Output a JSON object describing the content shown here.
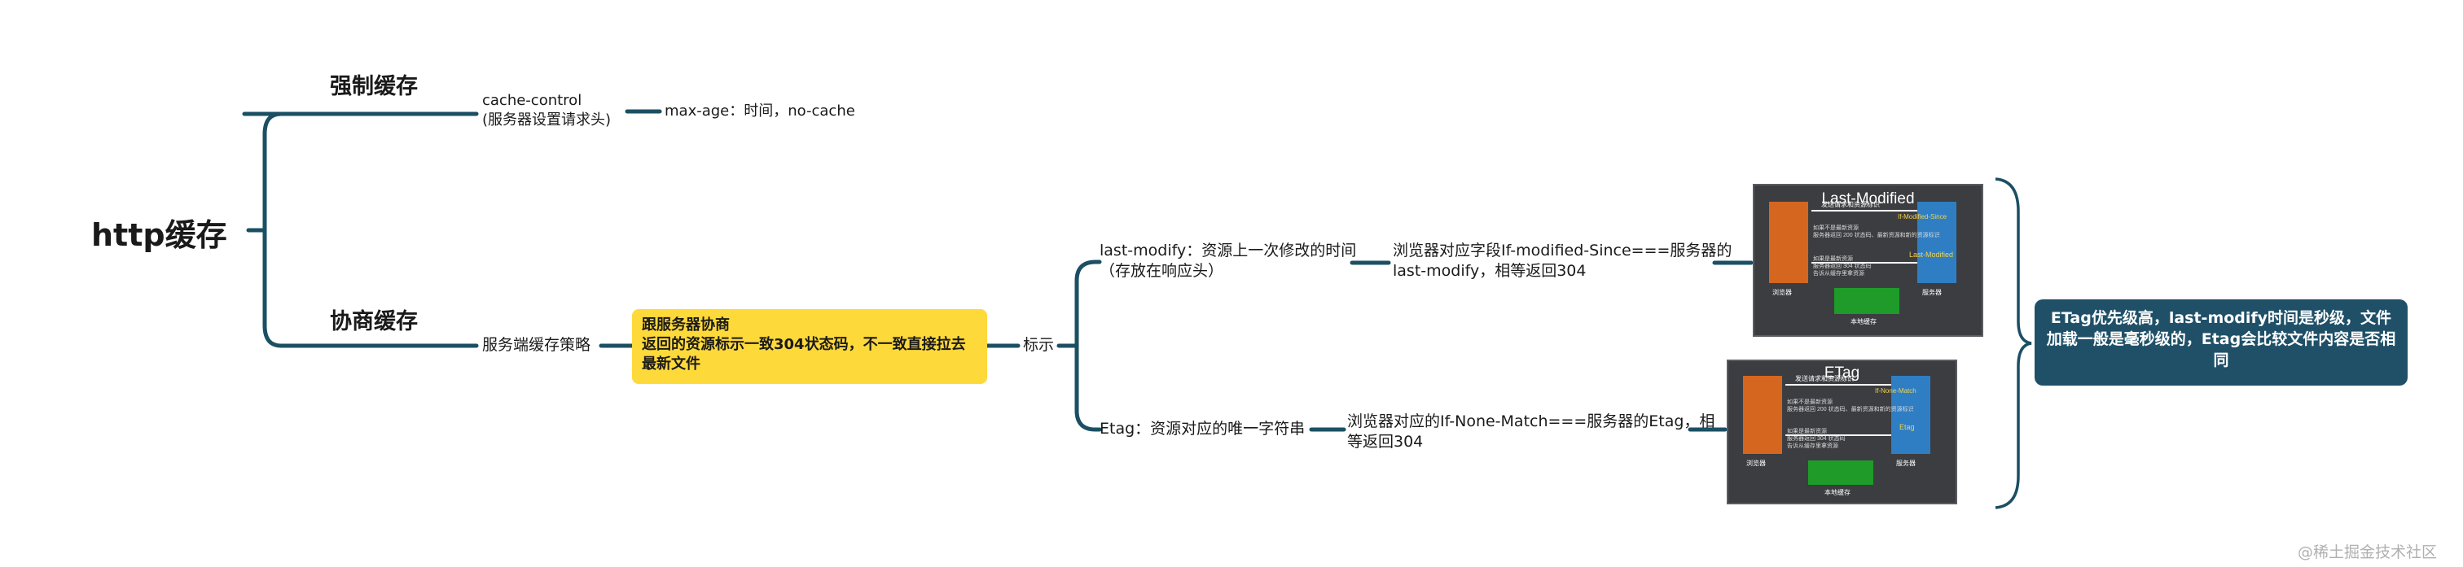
{
  "root": "http缓存",
  "branch_strong": {
    "title": "强制缓存",
    "cache_control_line1": "cache-control",
    "cache_control_line2": "(服务器设置请求头)",
    "max_age": "max-age：时间，no-cache"
  },
  "branch_negotiate": {
    "title": "协商缓存",
    "strategy": "服务端缓存策略",
    "yellow_line1": "跟服务器协商",
    "yellow_line2": "返回的资源标示一致304状态码，不一致直接拉去",
    "yellow_line3": "最新文件",
    "mark": "标示",
    "last_modify_line1": "last-modify：资源上一次修改的时间",
    "last_modify_line2": "（存放在响应头）",
    "lm_compare_line1": "浏览器对应字段If-modified-Since===服务器的",
    "lm_compare_line2": "last-modify，相等返回304",
    "etag_line": "Etag：资源对应的唯一字符串",
    "etag_compare_line1": "浏览器对应的If-None-Match===服务器的Etag，相",
    "etag_compare_line2": "等返回304"
  },
  "image_last_modified": {
    "title": "Last-Modified",
    "browser": "浏览器",
    "server": "服务器",
    "cache": "本地缓存",
    "request_label": "发送请求和资源标识",
    "header_label": "If-Modified-Since",
    "response_label": "Last-Modified",
    "note1": "如果不是最新资源",
    "note2": "服务器返回 200 状态码、最新资源和新的资源标识",
    "note3": "如果是最新资源",
    "note4": "服务器返回 304 状态码",
    "note5": "告诉从缓存里拿资源"
  },
  "image_etag": {
    "title": "ETag",
    "browser": "浏览器",
    "server": "服务器",
    "cache": "本地缓存",
    "request_label": "发送请求和资源标识",
    "header_label": "If-None-Match",
    "response_label": "Etag",
    "note1": "如果不是最新资源",
    "note2": "服务器返回 200 状态码、最新资源和新的资源标识",
    "note3": "如果是最新资源",
    "note4": "服务器返回 304 状态码",
    "note5": "告诉从缓存里拿资源"
  },
  "conclusion": "ETag优先级高，last-modify时间是秒级，文件加载一般是毫秒级的，Etag会比较文件内容是否相同",
  "watermark": "@稀土掘金技术社区",
  "colors": {
    "line": "#1b4f63",
    "yellow": "#fed93a",
    "teal": "#1f5068",
    "orange": "#d4661f",
    "blue": "#2f7ec4",
    "green": "#1e9b28"
  }
}
